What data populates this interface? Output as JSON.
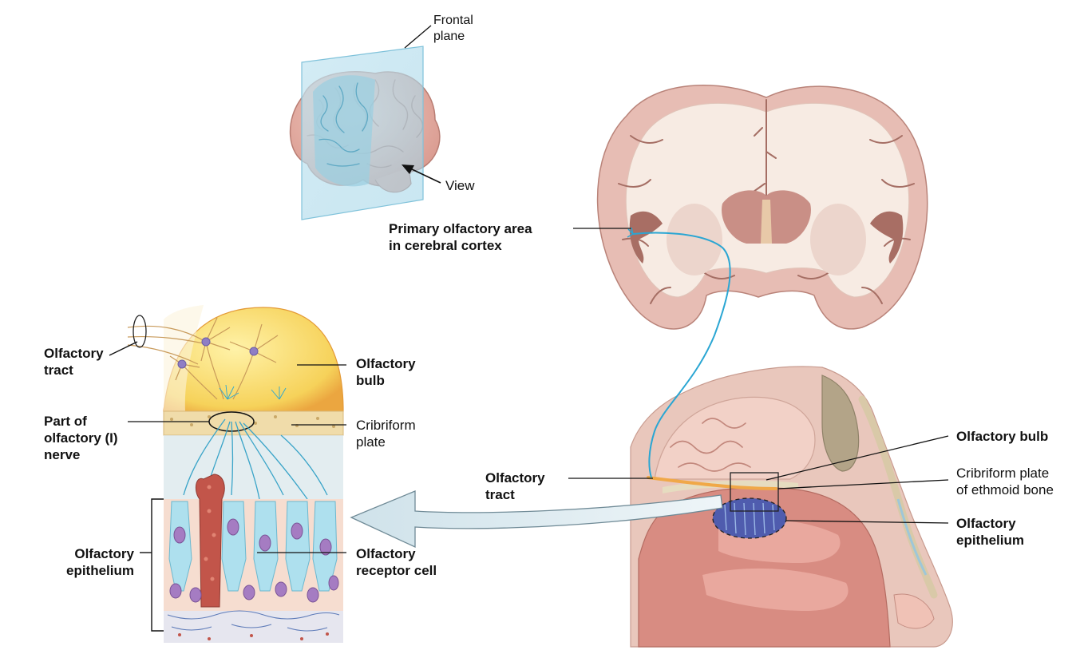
{
  "labels": {
    "frontal_plane_1": "Frontal",
    "frontal_plane_2": "plane",
    "view": "View",
    "primary_area_1": "Primary olfactory area",
    "primary_area_2": "in cerebral cortex",
    "tract_left_1": "Olfactory",
    "tract_left_2": "tract",
    "bulb_left_1": "Olfactory",
    "bulb_left_2": "bulb",
    "nerve_1": "Part of",
    "nerve_2": "olfactory (I)",
    "nerve_3": "nerve",
    "cribriform_left_1": "Cribriform",
    "cribriform_left_2": "plate",
    "epithelium_left_1": "Olfactory",
    "epithelium_left_2": "epithelium",
    "receptor_1": "Olfactory",
    "receptor_2": "receptor cell",
    "bulb_right": "Olfactory bulb",
    "cribriform_right_1": "Cribriform plate",
    "cribriform_right_2": "of ethmoid bone",
    "tract_right_1": "Olfactory",
    "tract_right_2": "tract",
    "epithelium_right_1": "Olfactory",
    "epithelium_right_2": "epithelium"
  },
  "colors": {
    "brain_pink": "#e8b7ad",
    "brain_dark": "#c98f86",
    "white_matter": "#f6e9e1",
    "plane_blue": "#9fd3e6",
    "nerve_blue": "#2aa6d3",
    "bulb_yellow": "#f8dc6a",
    "bulb_orange": "#f0a848",
    "receptor_cell": "#aee0ee",
    "nucleus_purple": "#a57cc2",
    "support_cell": "#f7d3c1",
    "nasal_red": "#d98a80",
    "mucosa_pink": "#f1c1b7",
    "bone_tan": "#e6dcc0",
    "arrow_fill": "#dbe9ee"
  }
}
